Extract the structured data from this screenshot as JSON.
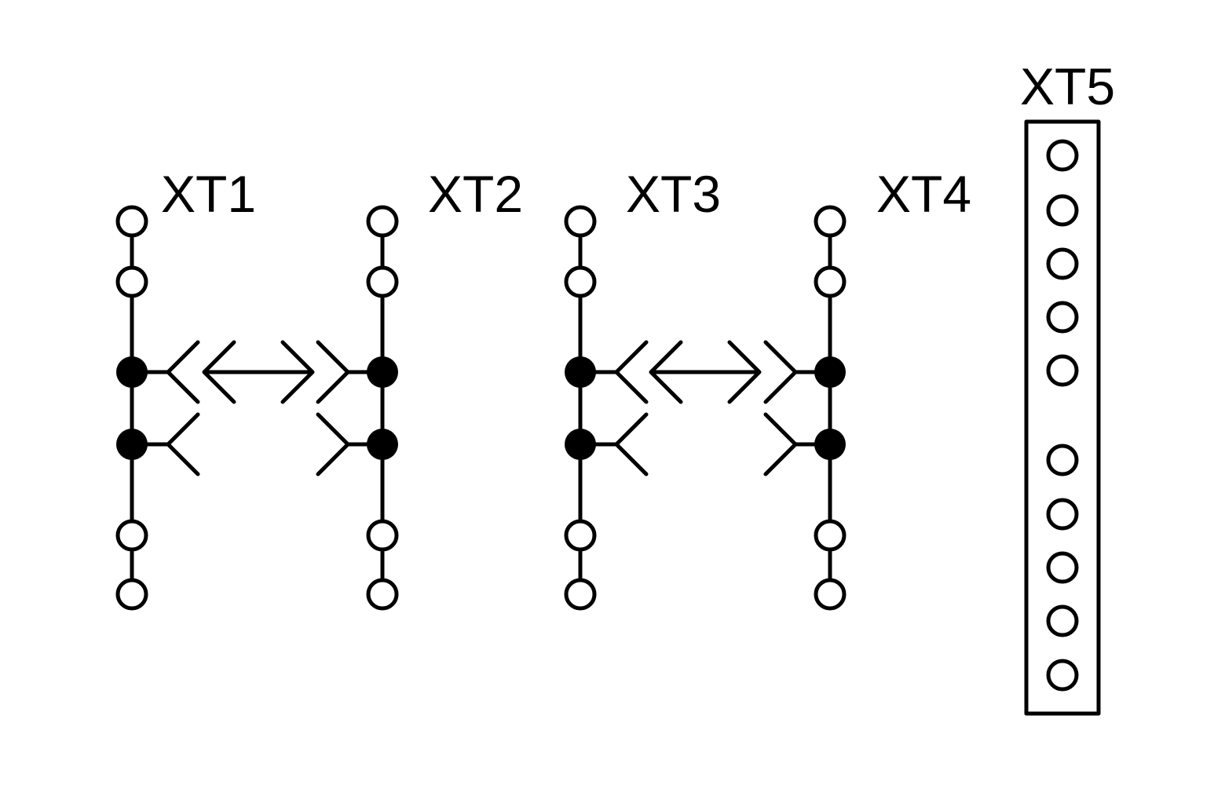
{
  "labels": {
    "xt1": "XT1",
    "xt2": "XT2",
    "xt3": "XT3",
    "xt4": "XT4",
    "xt5": "XT5"
  },
  "colors": {
    "stroke": "#000000",
    "background": "#ffffff"
  }
}
